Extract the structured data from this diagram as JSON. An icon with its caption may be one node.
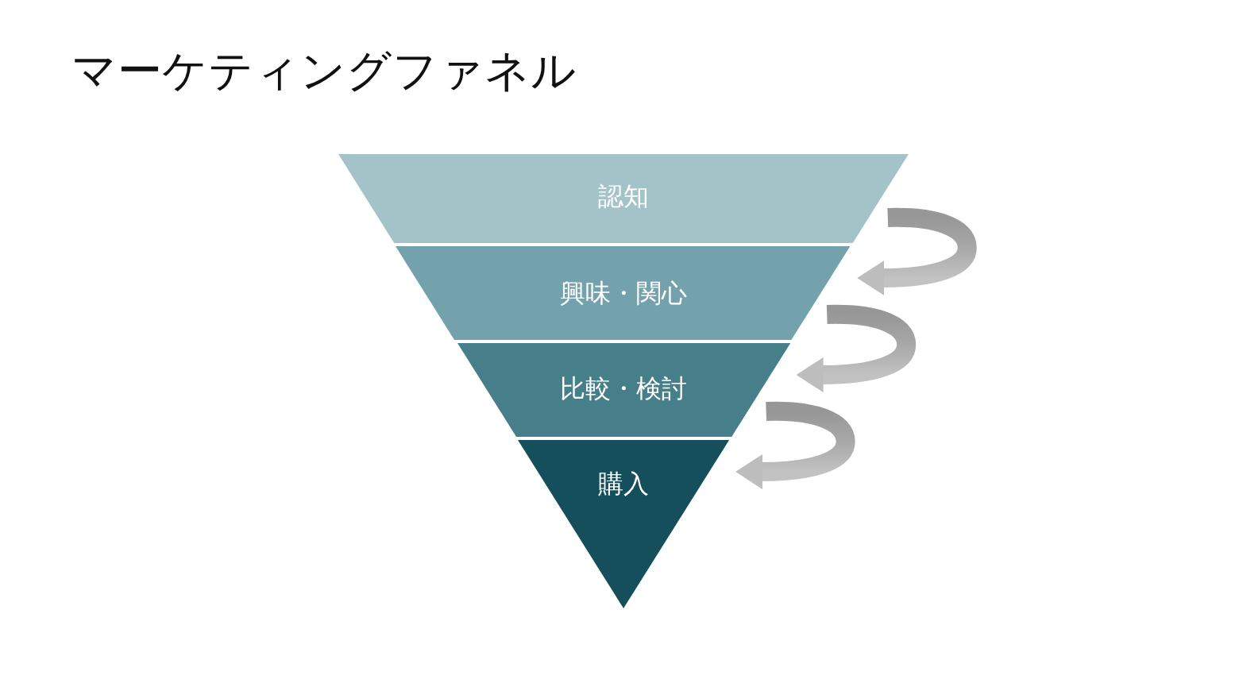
{
  "diagram": {
    "title": "マーケティングファネル",
    "nodes": [
      {
        "text": [
          "認知"
        ]
      },
      {
        "text": [
          "興味・関心"
        ]
      },
      {
        "text": [
          "比較・検討"
        ]
      },
      {
        "text": [
          "購入"
        ]
      }
    ],
    "edges": [
      {
        "from": 0,
        "to": 1,
        "arrow": "to"
      },
      {
        "from": 1,
        "to": 2,
        "arrow": "to"
      },
      {
        "from": 2,
        "to": 3,
        "arrow": "to"
      }
    ]
  }
}
